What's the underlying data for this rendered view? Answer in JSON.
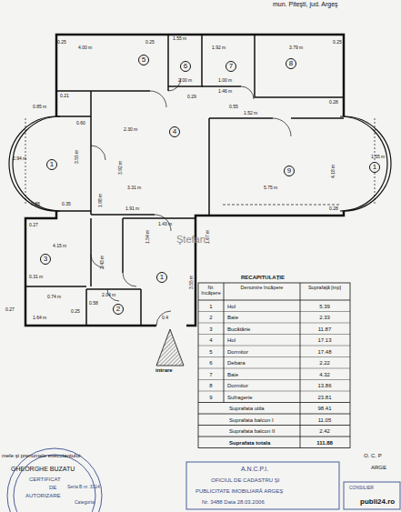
{
  "diagram": {
    "nodes": [
      {
        "text": [
          "5"
        ]
      },
      {
        "text": [
          "6"
        ]
      },
      {
        "text": [
          "7"
        ]
      },
      {
        "text": [
          "8"
        ]
      },
      {
        "text": [
          "4"
        ]
      },
      {
        "text": [
          "1"
        ]
      },
      {
        "text": [
          "9"
        ]
      },
      {
        "text": [
          "1"
        ]
      },
      {
        "text": [
          "3"
        ]
      },
      {
        "text": [
          "1"
        ]
      },
      {
        "text": [
          "2"
        ]
      }
    ],
    "labels": [
      "mun. Piteşti, jud. Argeş",
      "0.25",
      "4.00 m",
      "0.25",
      "1.55 m",
      "1.92 m",
      "3.79 m",
      "0.25",
      "2.00 m",
      "1.00 m",
      "1.46 m",
      "0.29",
      "0.55",
      "1.52 m",
      "0.28",
      "0.21",
      "0.85 m",
      "2.94 m",
      "3.55 m",
      "0.60",
      "2.30 m",
      "3.92 m",
      "3.31 m",
      "1.91 m",
      "1.98 m",
      "0.88",
      "0.35",
      "5.75 m",
      "4.18 m",
      "0.28",
      "1.55 m",
      "1.67 m",
      "1.43 m",
      "1.54 m",
      "4.15 m",
      "0.27",
      "0.31 m",
      "0.27",
      "0.74 m",
      "2.43 m",
      "2.04 m",
      "0.58",
      "1.64 m",
      "0.25",
      "3.55 m",
      "0.4",
      "intrare",
      "Ştefan",
      "RECAPITULAŢIE",
      "Nr. încăpere",
      "Denumire încăpere",
      "Suprafaţă [mp]",
      "1",
      "Hol",
      "5.39",
      "2",
      "Baie",
      "2.33",
      "3",
      "Bucătărie",
      "11.87",
      "4",
      "Hol",
      "17.13",
      "5",
      "Dormitor",
      "17.48",
      "6",
      "Debara",
      "2.22",
      "7",
      "Baie",
      "4.32",
      "8",
      "Dormitor",
      "13.86",
      "9",
      "Sufragerie",
      "23.81",
      "Suprafata utila",
      "98.41",
      "Suprafata balcon I",
      "11.05",
      "Suprafata balcon II",
      "2.42",
      "Suprafata totala",
      "111.88",
      "mele şi prenumele executantului:",
      "GHEORGHE BUZATU",
      "O. C. P",
      "ARGE",
      "CERTIFICAT",
      "DE",
      "AUTORIZARE",
      "Seria B nr. 3314",
      "Categoria",
      "A.N.C.P.I.",
      "OFICIUL DE CADASTRU ŞI",
      "PUBLICITATE IMOBILIARĂ ARGEŞ",
      "Nr. 3488 Data 28.03.2006",
      "CONSILIER",
      "publi24.ro"
    ]
  }
}
